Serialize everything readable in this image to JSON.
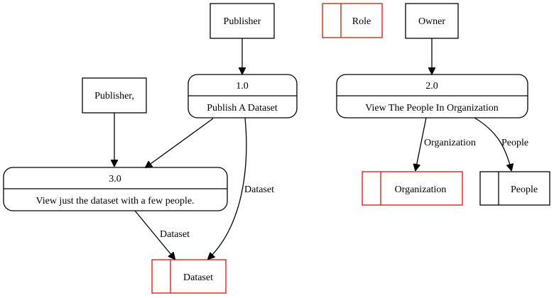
{
  "colors": {
    "line": "#000000",
    "store_red": "#e01010",
    "store_black": "#000000",
    "background": "#ffffff"
  },
  "entities": {
    "publisher": "Publisher",
    "publisher_comma": "Publisher,",
    "owner": "Owner"
  },
  "processes": {
    "p1": {
      "id": "1.0",
      "name": "Publish A Dataset"
    },
    "p2": {
      "id": "2.0",
      "name": "View The People In Organization"
    },
    "p3": {
      "id": "3.0",
      "name": "View just the dataset with a few people."
    }
  },
  "stores": {
    "role": "Role",
    "organization": "Organization",
    "people": "People",
    "dataset": "Dataset"
  },
  "edge_labels": {
    "p2_to_organization": "Organization",
    "p2_to_people": "People",
    "p1_to_dataset": "Dataset",
    "p3_to_dataset": "Dataset"
  }
}
